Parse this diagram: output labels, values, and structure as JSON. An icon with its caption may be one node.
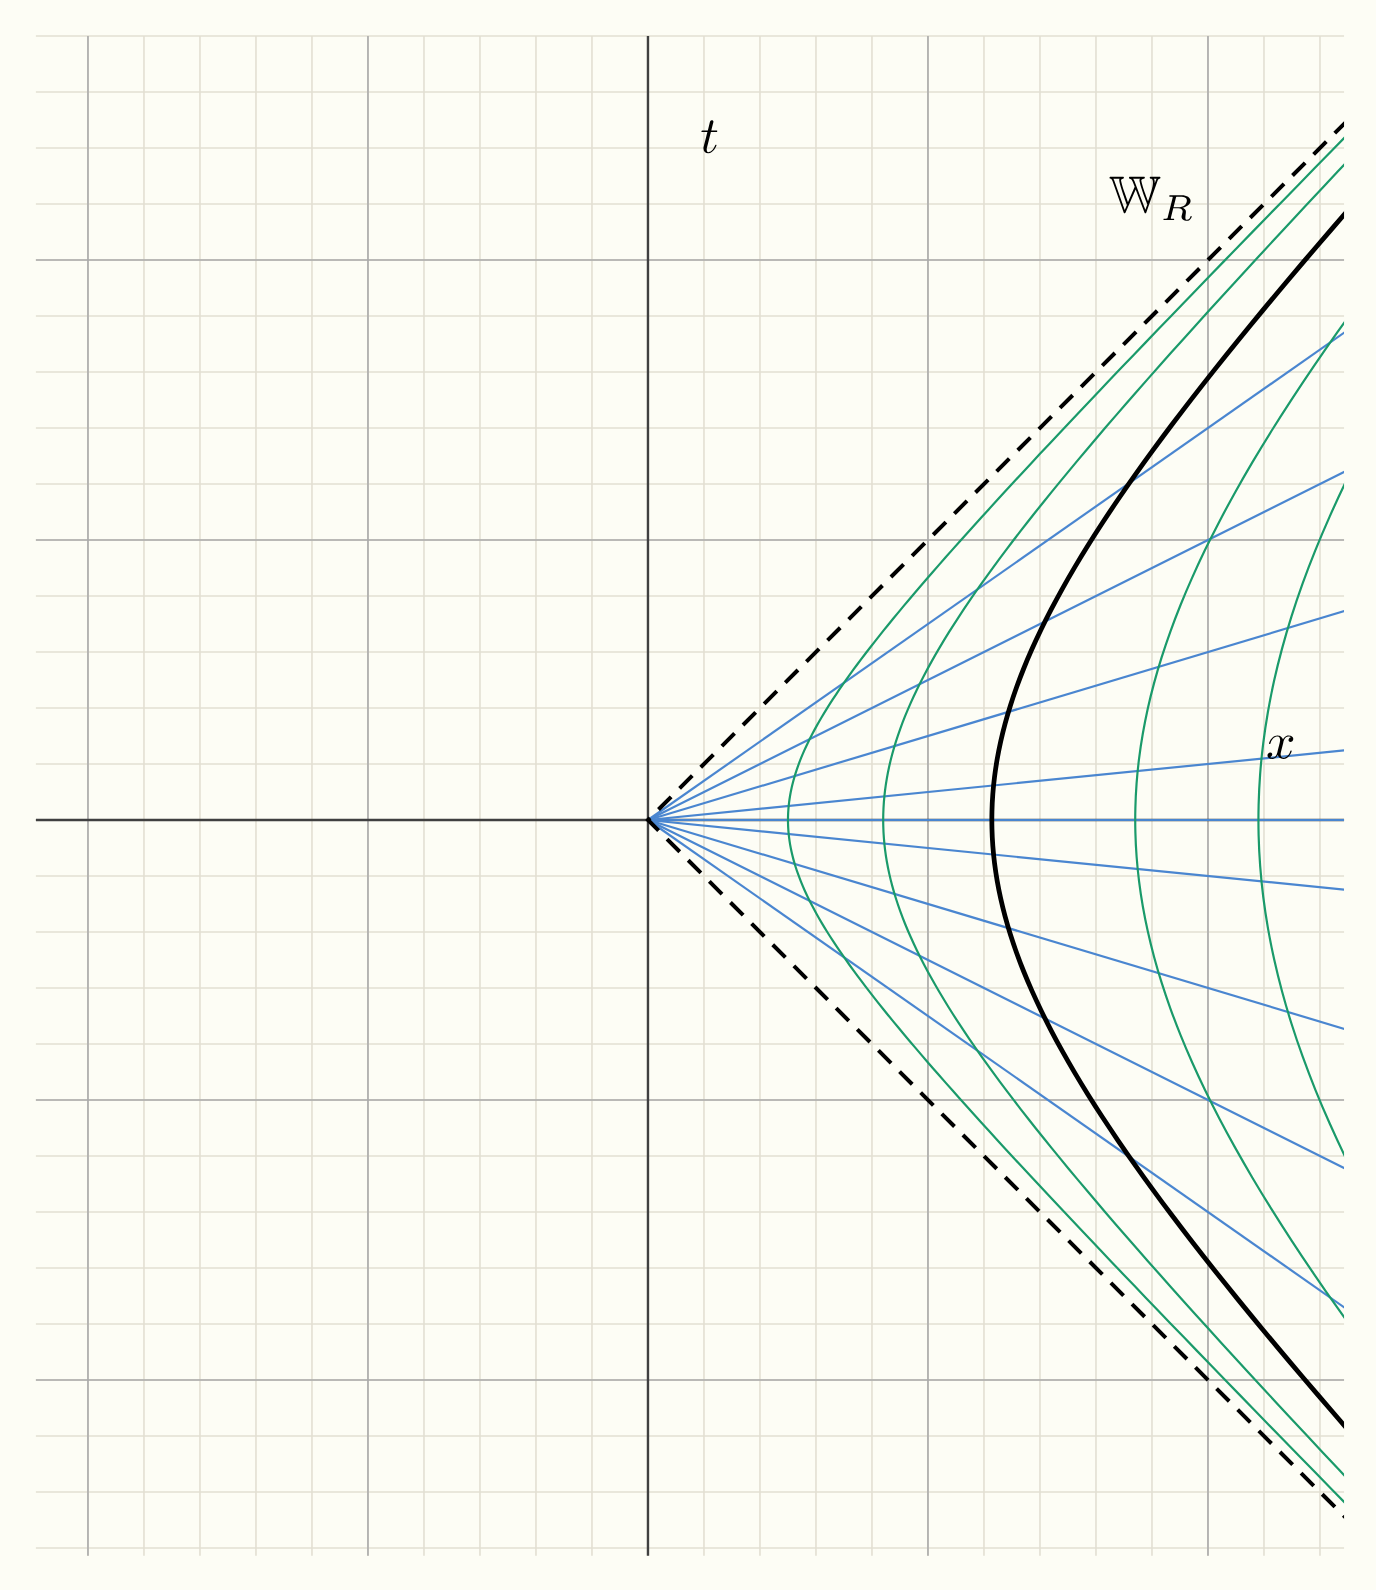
{
  "diagram": {
    "labels": [
      "t",
      "\\mathbb{W}_R",
      "x"
    ]
  }
}
